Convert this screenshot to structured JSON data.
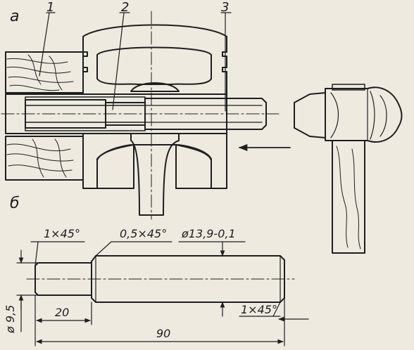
{
  "panel_a_label": "а",
  "panel_b_label": "б",
  "callouts": [
    "1",
    "2",
    "3"
  ],
  "dimensions": {
    "chamfer_left": "1×45°",
    "chamfer_mid": "0,5×45°",
    "diameter_main": "ø13,9-0,1",
    "diameter_pilot": "ø 9,5",
    "length_pilot": "20",
    "length_total": "90",
    "chamfer_right": "1×45°"
  }
}
